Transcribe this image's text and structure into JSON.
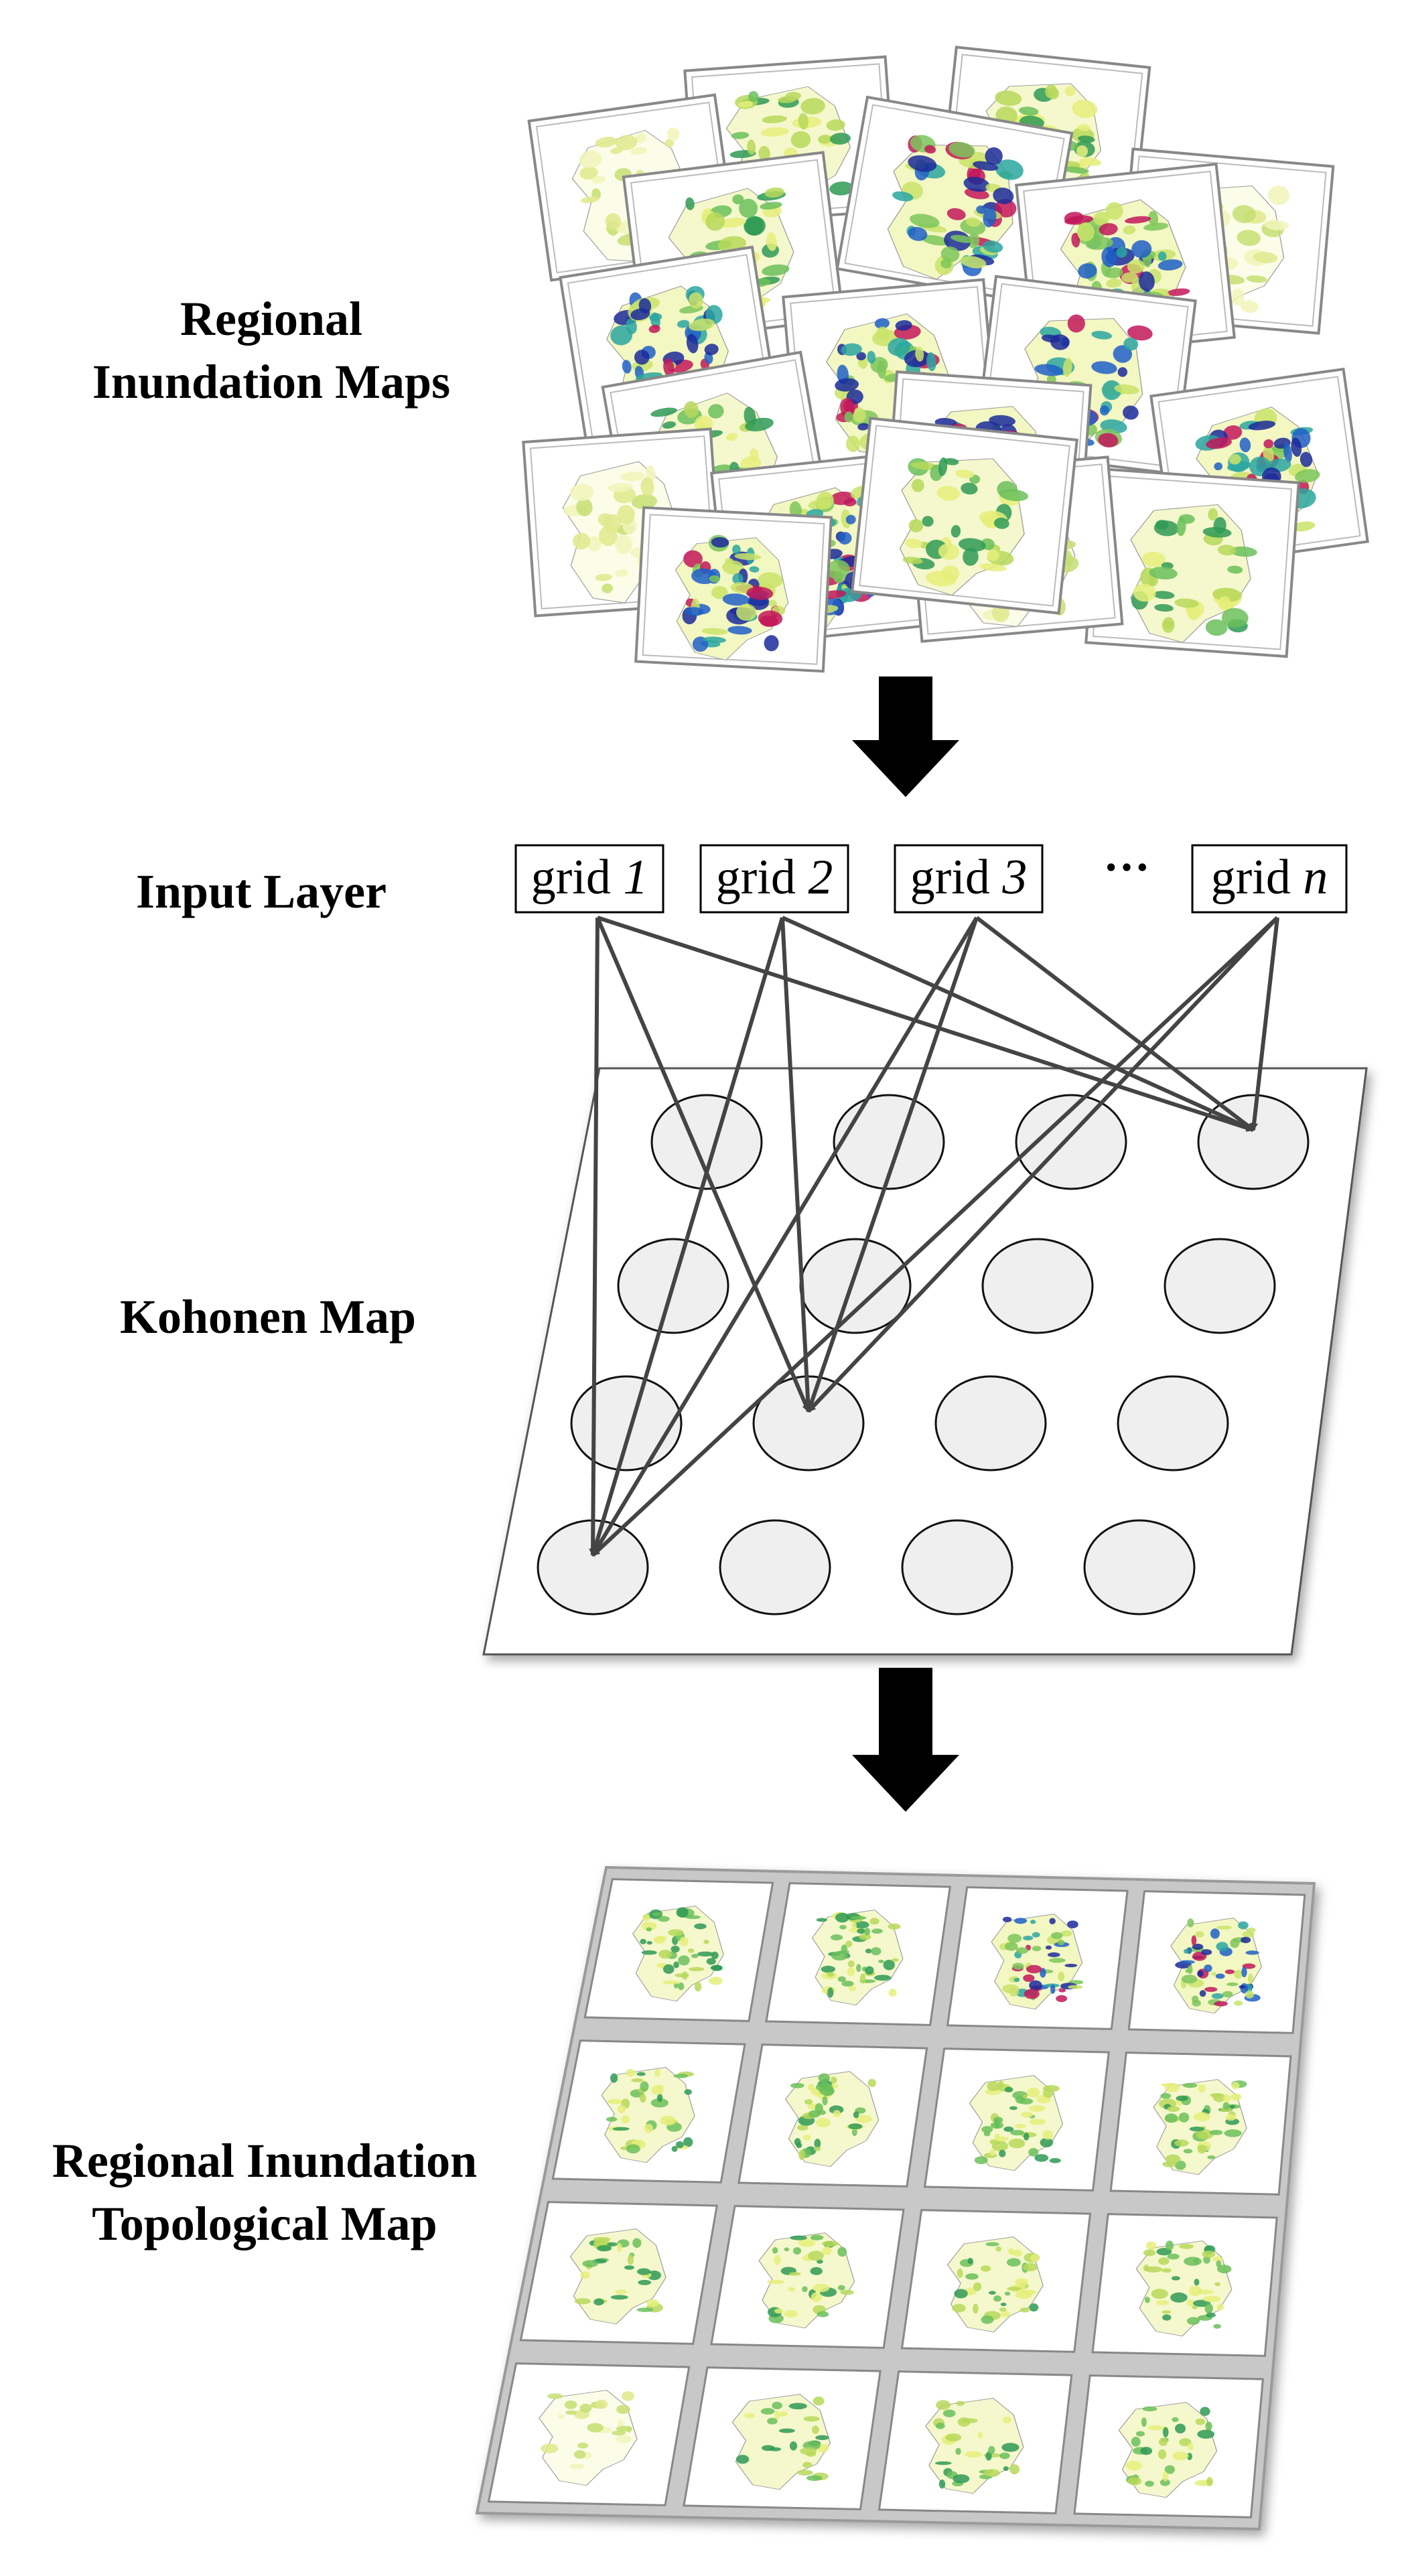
{
  "labels": {
    "regional_inundation_maps": "Regional\nInundation Maps",
    "input_layer": "Input Layer",
    "kohonen_map": "Kohonen Map",
    "topological_map": "Regional Inundation\nTopological Map"
  },
  "input_nodes": [
    {
      "prefix": "grid ",
      "index": "1"
    },
    {
      "prefix": "grid ",
      "index": "2"
    },
    {
      "prefix": "grid ",
      "index": "3"
    },
    {
      "prefix": "grid ",
      "index": "n"
    }
  ],
  "ellipsis": "···",
  "kohonen": {
    "rows": 4,
    "cols": 4
  },
  "topological_grid": {
    "rows": 4,
    "cols": 4
  },
  "colors": {
    "arrow": "#000000",
    "connection": "#444444",
    "neuron_fill": "#efefef",
    "map_frame": "#c8c8c8"
  }
}
